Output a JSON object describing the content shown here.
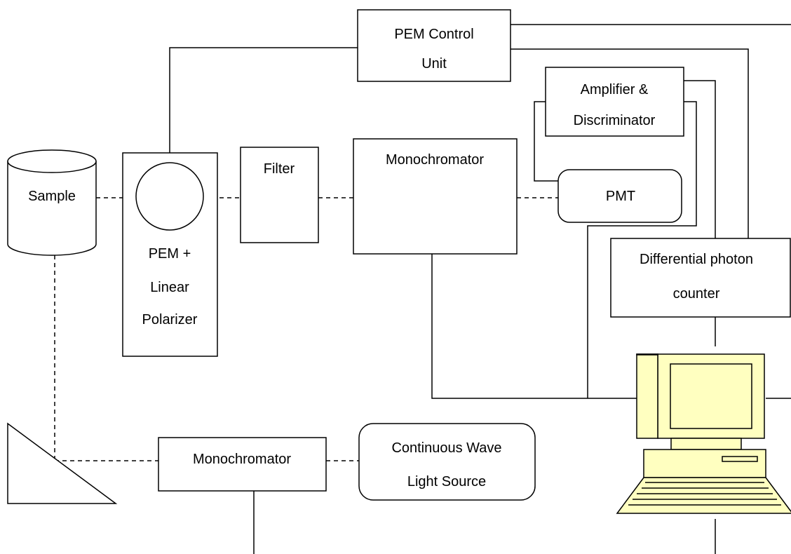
{
  "labels": {
    "pem_control_1": "PEM Control",
    "pem_control_2": "Unit",
    "amplifier_1": "Amplifier &",
    "amplifier_2": "Discriminator",
    "sample": "Sample",
    "pem_1": "PEM +",
    "pem_2": "Linear",
    "pem_3": "Polarizer",
    "filter": "Filter",
    "monochromator_top": "Monochromator",
    "pmt": "PMT",
    "counter_1": "Differential photon",
    "counter_2": "counter",
    "monochromator_bottom": "Monochromator",
    "light_source_1": "Continuous Wave",
    "light_source_2": "Light Source"
  },
  "colors": {
    "computer_fill": "#FFFFC0",
    "stroke": "#000000",
    "background": "#FFFFFF"
  }
}
